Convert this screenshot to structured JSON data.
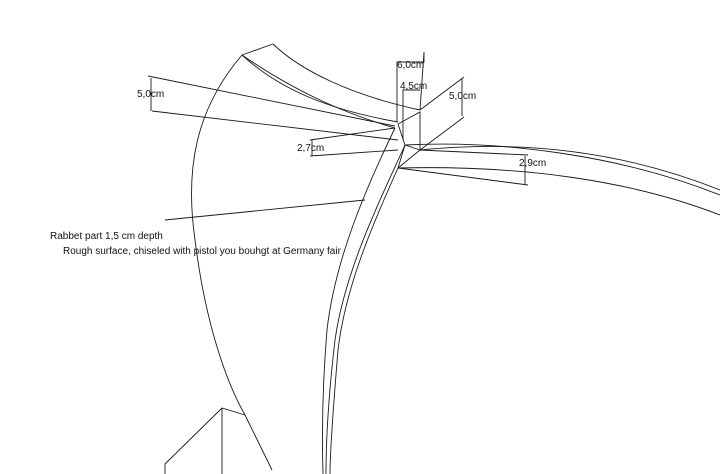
{
  "dimensions": {
    "d_left_height": "5,0cm",
    "d_top_width": "6,0cm",
    "d_top_inner": "4,5cm",
    "d_right_height": "5,0cm",
    "d_mid": "2,7cm",
    "d_arm": "2,9cm"
  },
  "notes": {
    "rabbet": "Rabbet part 1,5 cm depth",
    "surface": "Rough surface, chiseled with pistol you bouhgt at Germany fair"
  },
  "colors": {
    "line": "#1a1a1a",
    "background": "#ffffff"
  }
}
